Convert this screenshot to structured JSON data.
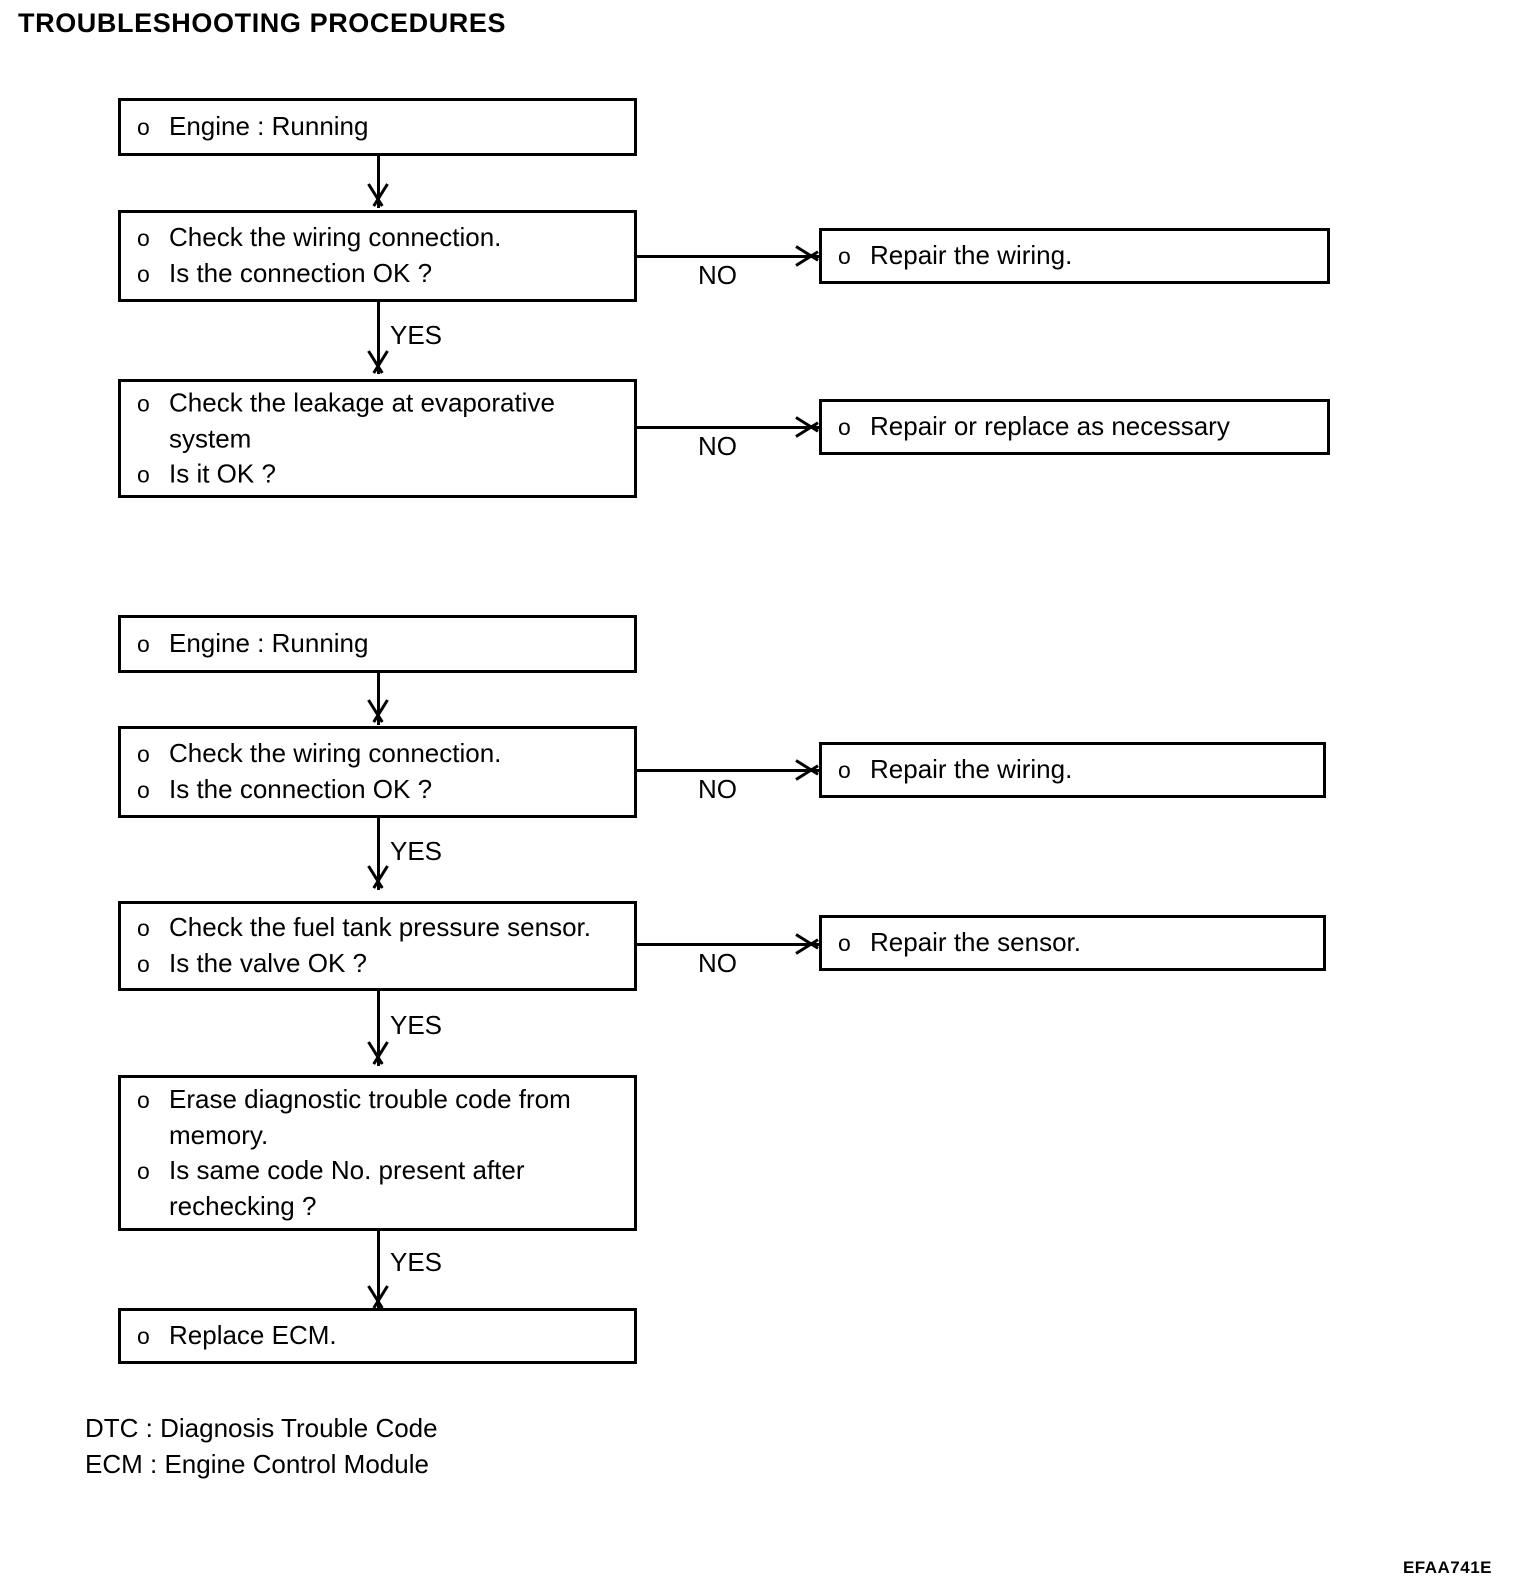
{
  "page": {
    "title": "TROUBLESHOOTING PROCEDURES",
    "figure_code": "EFAA741E",
    "bullet_glyph": "o"
  },
  "flow_a": {
    "start": {
      "line1": "Engine : Running"
    },
    "step1": {
      "line1": "Check the wiring connection.",
      "line2": "Is the connection OK ?",
      "no_label": "NO",
      "yes_label": "YES"
    },
    "step1_no": {
      "line1": "Repair the wiring."
    },
    "step2": {
      "line1": "Check the leakage at evaporative",
      "line1_cont": "system",
      "line2": "Is it OK ?",
      "no_label": "NO"
    },
    "step2_no": {
      "line1": "Repair or replace as necessary"
    }
  },
  "flow_b": {
    "start": {
      "line1": "Engine : Running"
    },
    "step1": {
      "line1": "Check the wiring connection.",
      "line2": "Is the connection OK ?",
      "no_label": "NO",
      "yes_label": "YES"
    },
    "step1_no": {
      "line1": "Repair the wiring."
    },
    "step2": {
      "line1": "Check the fuel tank pressure sensor.",
      "line2": "Is the valve OK ?",
      "no_label": "NO",
      "yes_label": "YES"
    },
    "step2_no": {
      "line1": "Repair the sensor."
    },
    "step3": {
      "line1": "Erase diagnostic trouble code from",
      "line1_cont": "memory.",
      "line2": "Is same code No. present after",
      "line2_cont": "rechecking ?",
      "yes_label": "YES"
    },
    "end": {
      "line1": "Replace ECM."
    }
  },
  "legend": {
    "dtc": "DTC : Diagnosis Trouble Code",
    "ecm": "ECM : Engine Control Module"
  }
}
